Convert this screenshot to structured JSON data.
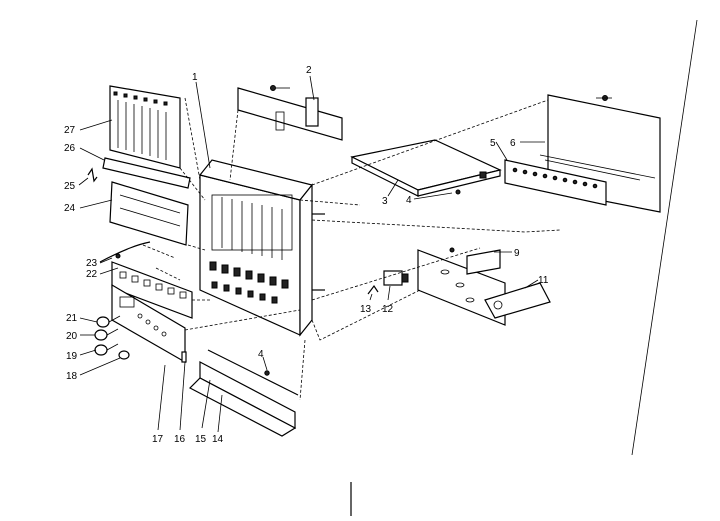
{
  "callouts": [
    "1",
    "2",
    "3",
    "4",
    "5",
    "6",
    "9",
    "11",
    "12",
    "13",
    "14",
    "15",
    "16",
    "17",
    "18",
    "19",
    "20",
    "21",
    "22",
    "23",
    "24",
    "25",
    "26",
    "27",
    "4"
  ]
}
